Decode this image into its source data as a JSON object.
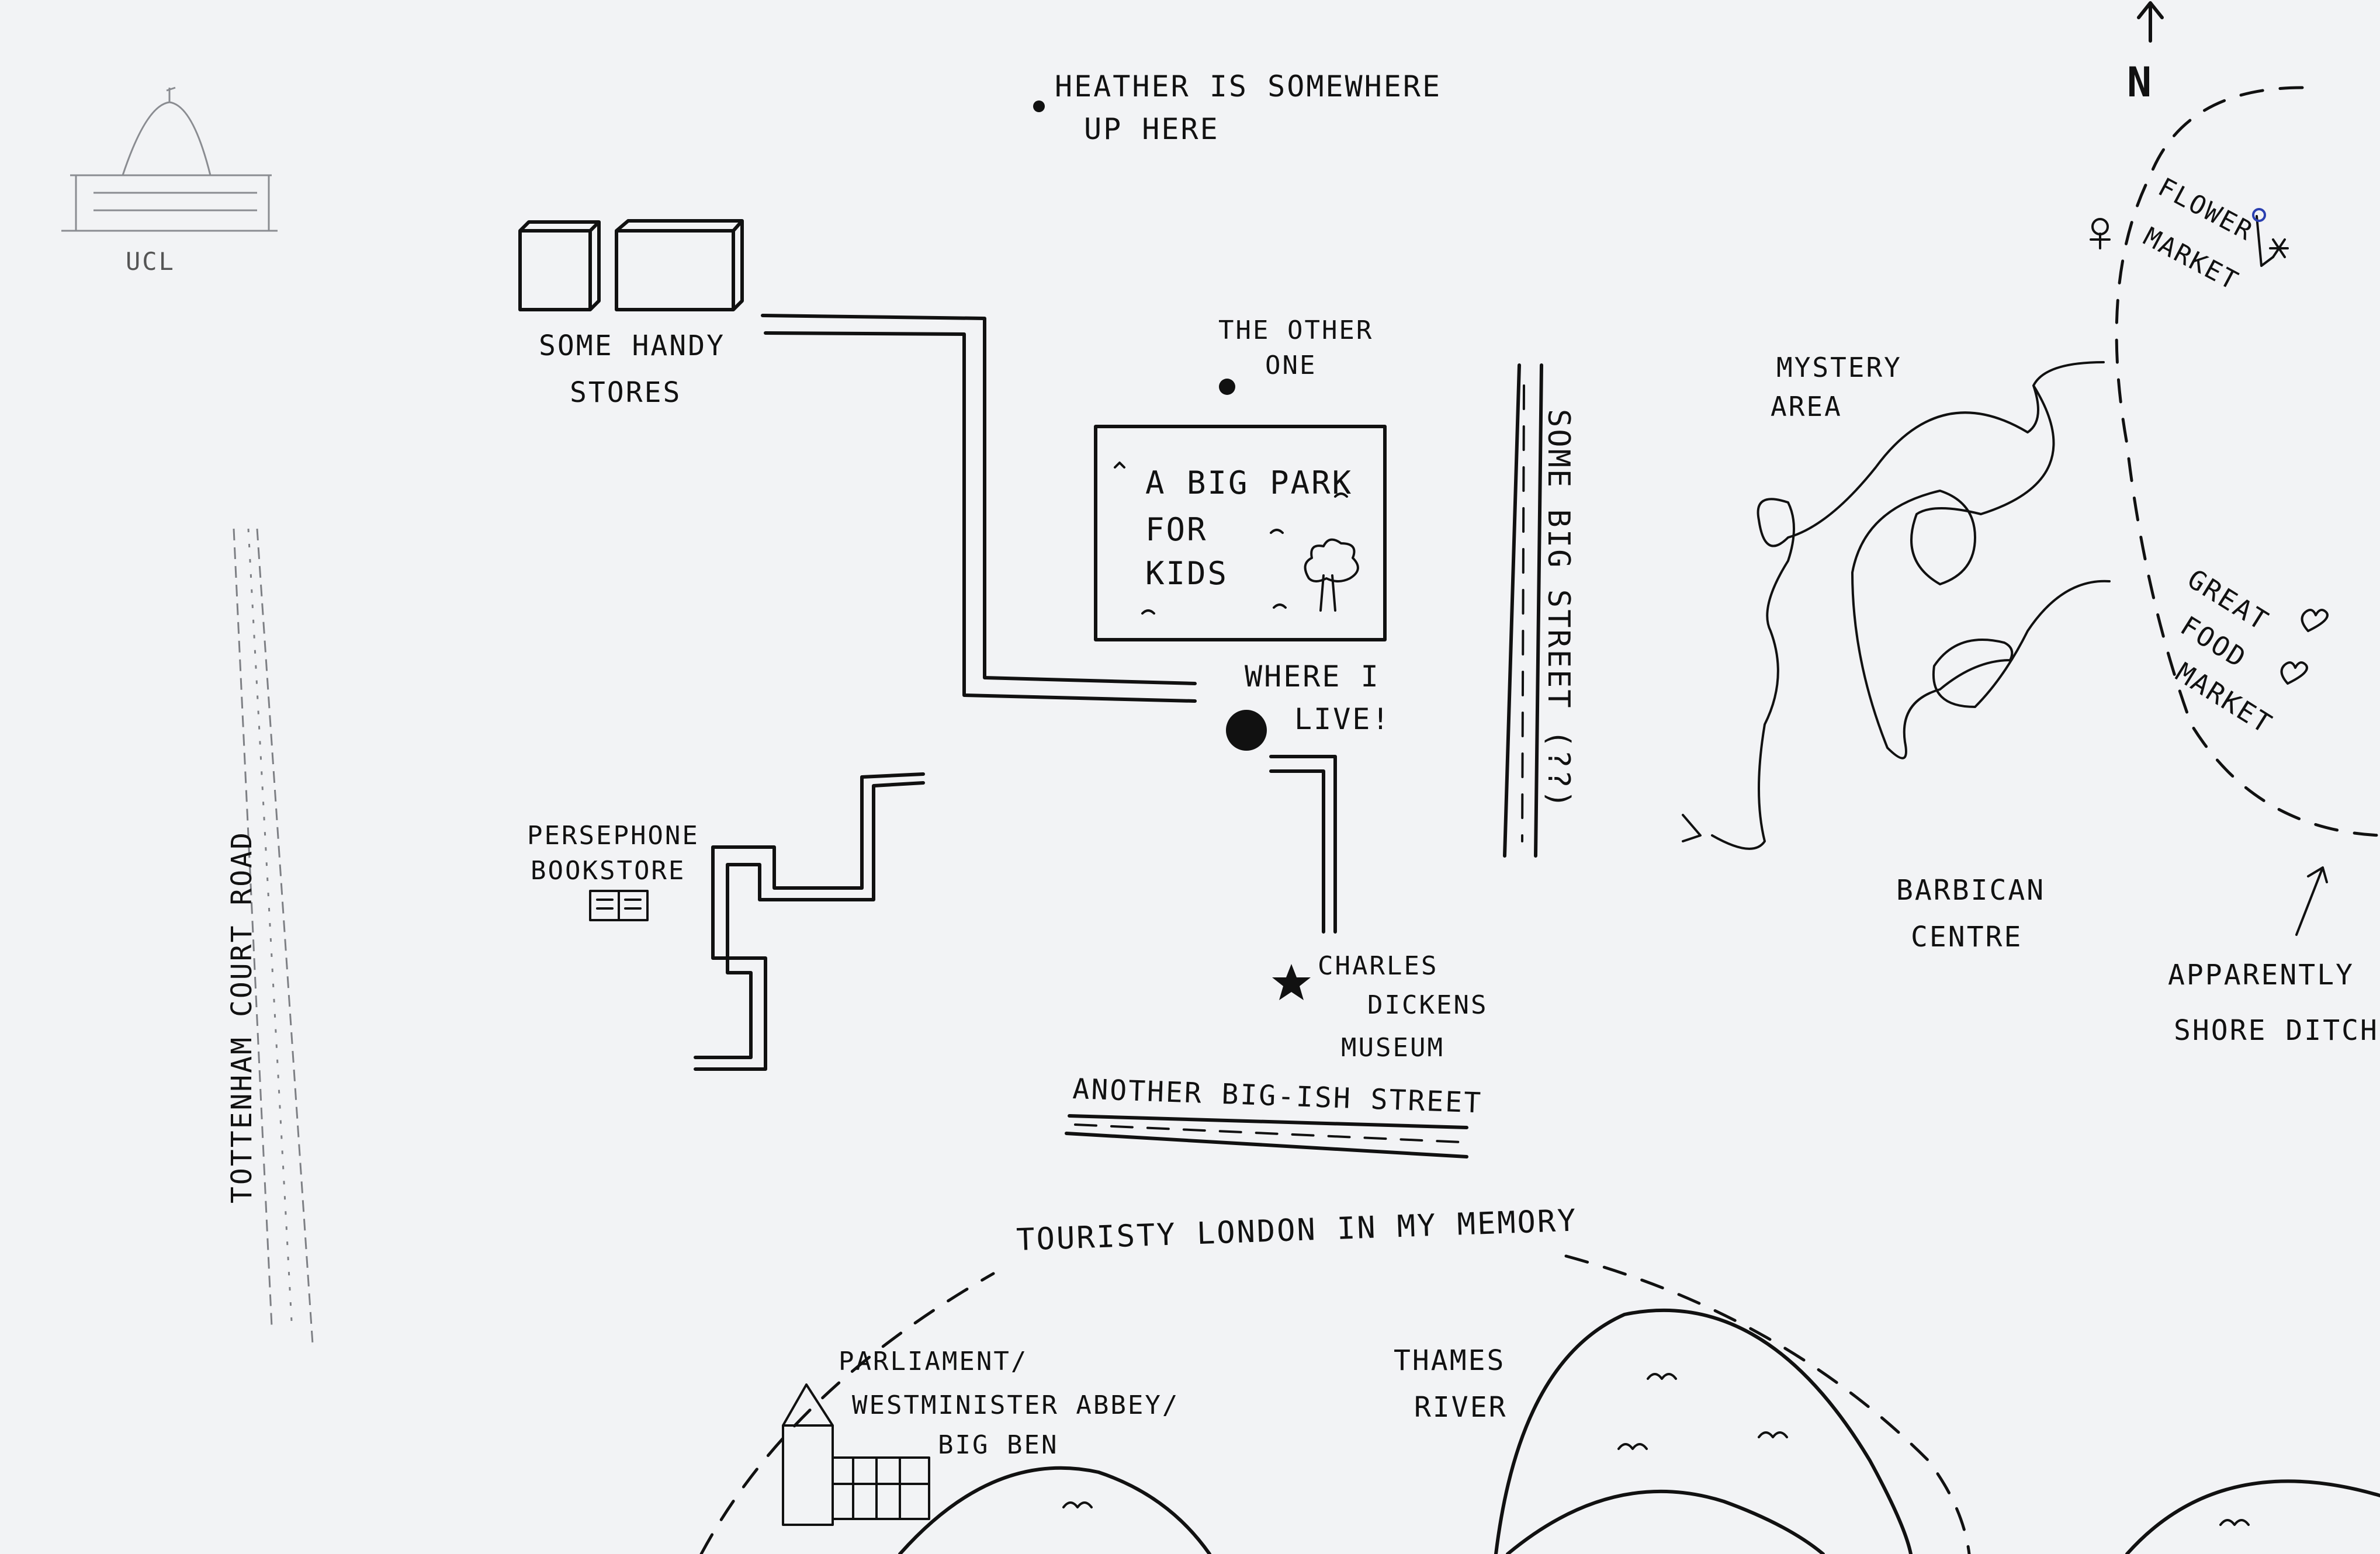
{
  "labels": {
    "heather": [
      "HEATHER IS SOMEWHERE",
      "UP HERE"
    ],
    "ucl": "UCL",
    "stores": [
      "SOME HANDY",
      "STORES"
    ],
    "other_one": [
      "THE OTHER",
      "ONE"
    ],
    "park": [
      "A BIG PARK",
      "FOR",
      "KIDS"
    ],
    "where_i_live": [
      "WHERE I",
      "LIVE!"
    ],
    "some_big_street": "SOME BIG STREET (??)",
    "mystery_area": [
      "MYSTERY",
      "AREA"
    ],
    "flower_market": [
      "FLOWER",
      "MARKET"
    ],
    "great_food_market": [
      "GREAT",
      "FOOD",
      "MARKET"
    ],
    "barbican": [
      "BARBICAN",
      "CENTRE"
    ],
    "shoreditch": [
      "APPARENTLY",
      "SHORE DITCH?"
    ],
    "persephone": [
      "PERSEPHONE",
      "BOOKSTORE"
    ],
    "dickens": [
      "CHARLES",
      "DICKENS",
      "MUSEUM"
    ],
    "another_street": "ANOTHER BIG-ISH STREET",
    "tottenham": "TOTTENHAM COURT ROAD",
    "touristy": "TOURISTY LONDON IN MY MEMORY",
    "parliament": [
      "PARLIAMENT/",
      "WESTMINISTER ABBEY/",
      "BIG BEN"
    ],
    "thames": [
      "THAMES",
      "RIVER"
    ],
    "compass": "N"
  },
  "colors": {
    "ink": "#111111",
    "paper": "#f2f3f5",
    "faint": "#7d7f84",
    "accent": "#2a3fb0"
  }
}
